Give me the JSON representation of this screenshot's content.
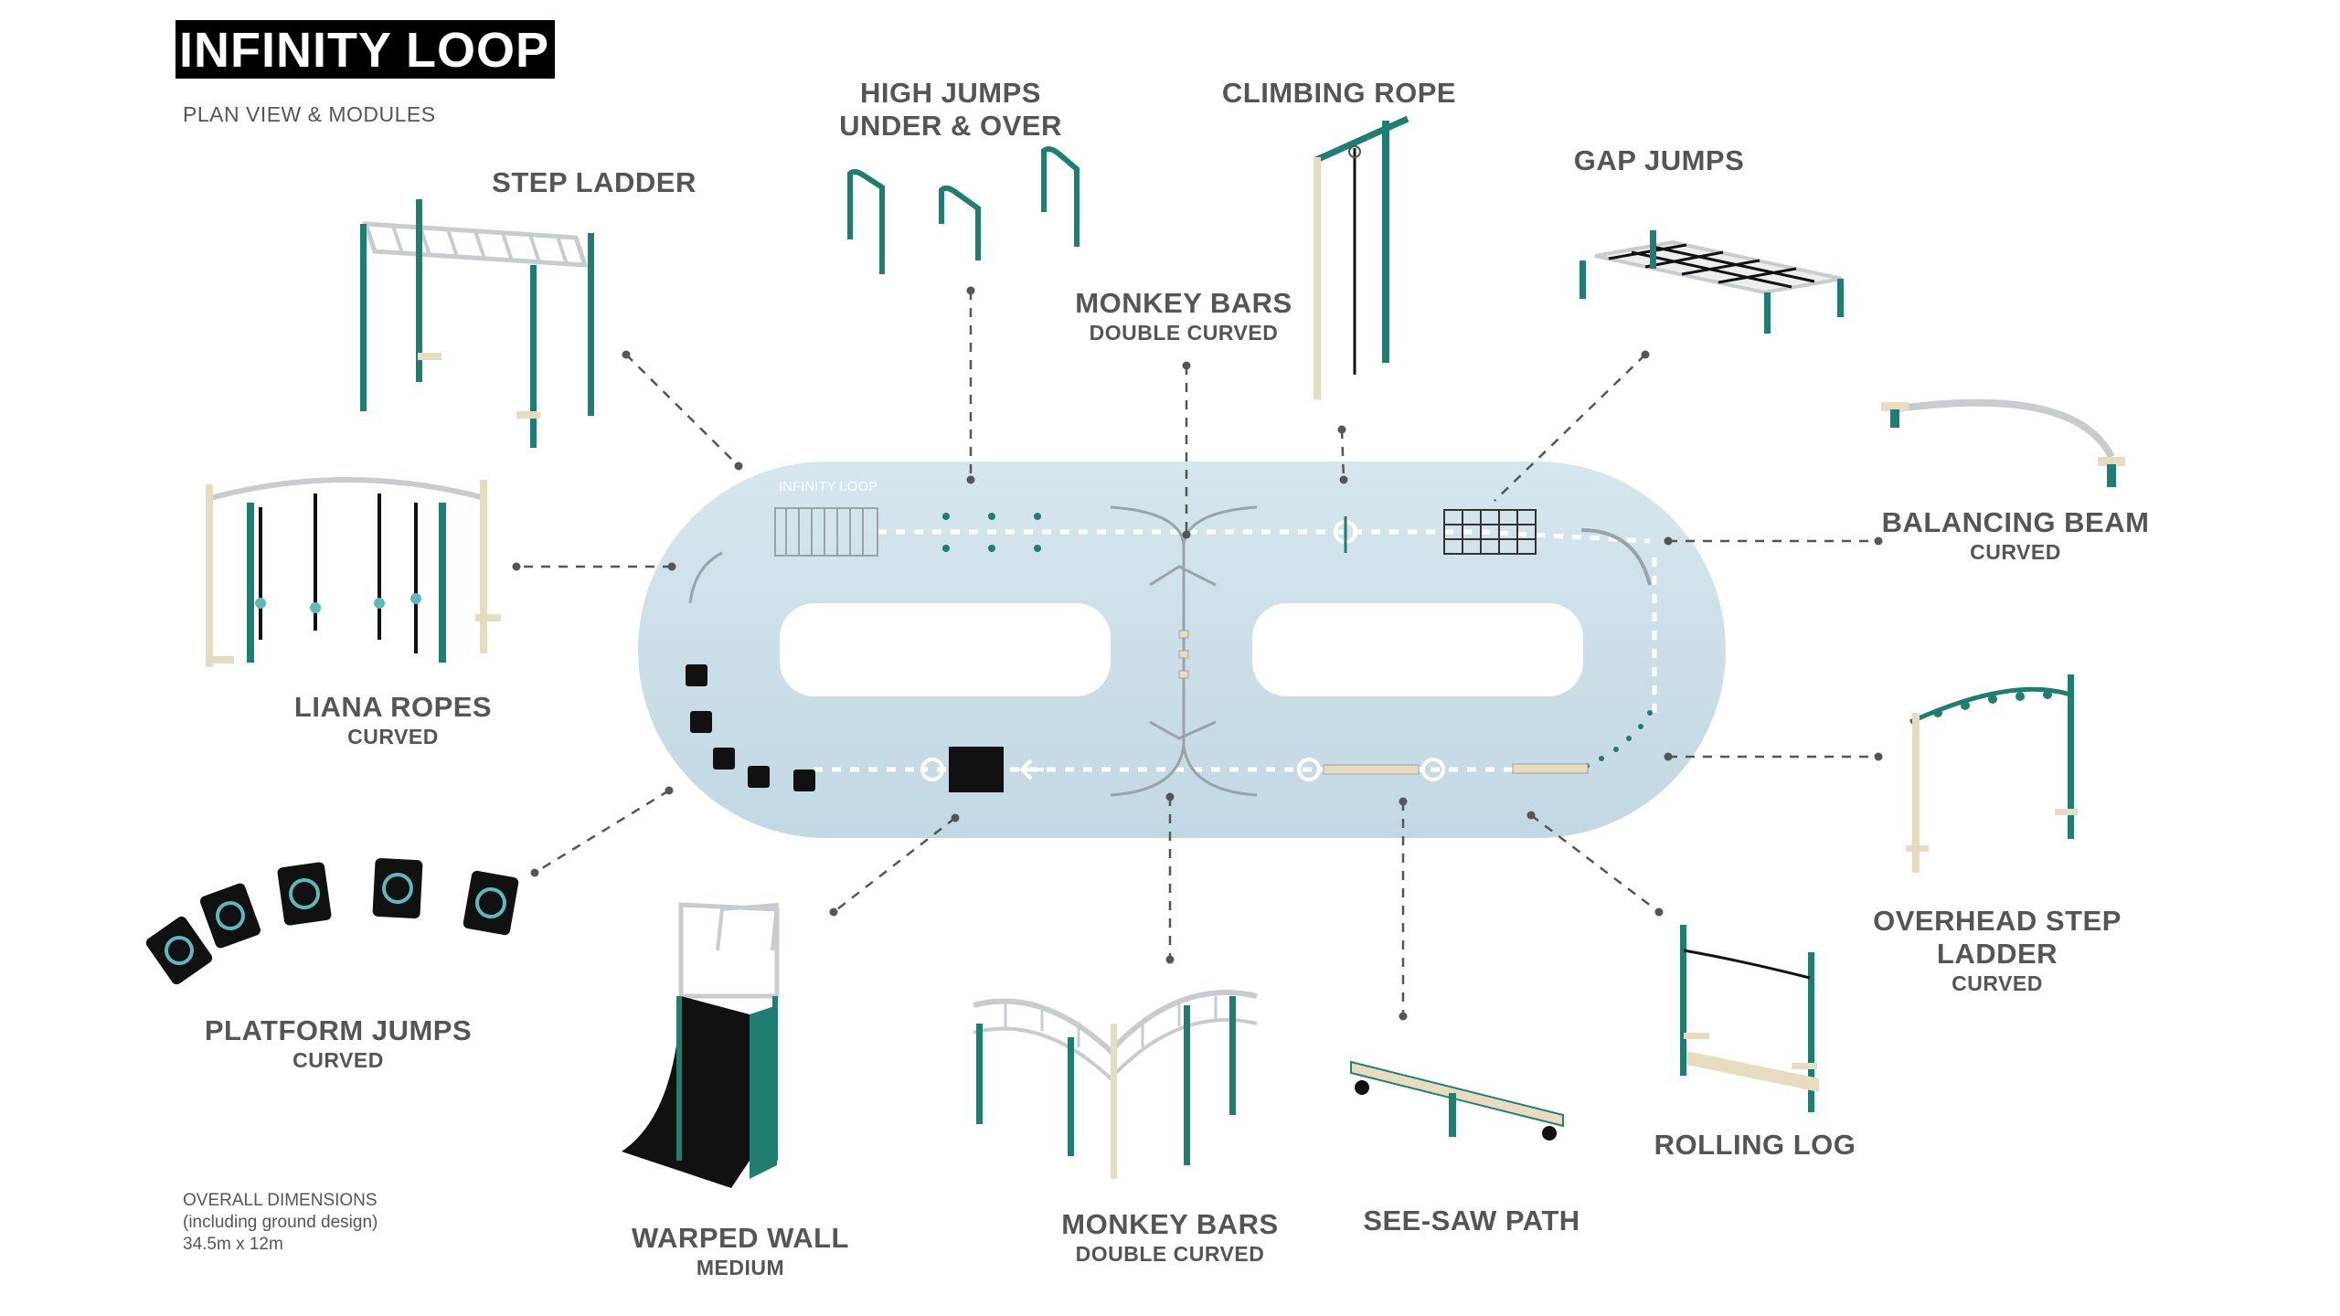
{
  "title": "INFINITY LOOP",
  "subtitle": "PLAN VIEW & MODULES",
  "plan_label": "INFINITY LOOP",
  "modules": {
    "step_ladder": {
      "name": "STEP LADDER"
    },
    "high_jumps": {
      "name": "HIGH JUMPS",
      "name2": "UNDER & OVER"
    },
    "climbing_rope": {
      "name": "CLIMBING ROPE"
    },
    "monkey_bars_top": {
      "name": "MONKEY BARS",
      "sub": "DOUBLE CURVED"
    },
    "gap_jumps": {
      "name": "GAP JUMPS"
    },
    "balancing_beam": {
      "name": "BALANCING BEAM",
      "sub": "CURVED"
    },
    "liana_ropes": {
      "name": "LIANA ROPES",
      "sub": "CURVED"
    },
    "overhead_step_ladder": {
      "name": "OVERHEAD STEP",
      "name2": "LADDER",
      "sub": "CURVED"
    },
    "platform_jumps": {
      "name": "PLATFORM JUMPS",
      "sub": "CURVED"
    },
    "rolling_log": {
      "name": "ROLLING LOG"
    },
    "warped_wall": {
      "name": "WARPED WALL",
      "sub": "MEDIUM"
    },
    "monkey_bars_bottom": {
      "name": "MONKEY BARS",
      "sub": "DOUBLE CURVED"
    },
    "see_saw_path": {
      "name": "SEE-SAW PATH"
    }
  },
  "dimensions": {
    "line1": "OVERALL DIMENSIONS",
    "line2": "(including ground design)",
    "line3": "34.5m x 12m"
  },
  "colors": {
    "ground": "#c9dde7",
    "post_green": "#1f7d72",
    "post_wood": "#e8dcc0",
    "steel": "#c8ccd0",
    "black": "#111111",
    "teal_ring": "#5fb8c0",
    "dash": "#555555"
  }
}
